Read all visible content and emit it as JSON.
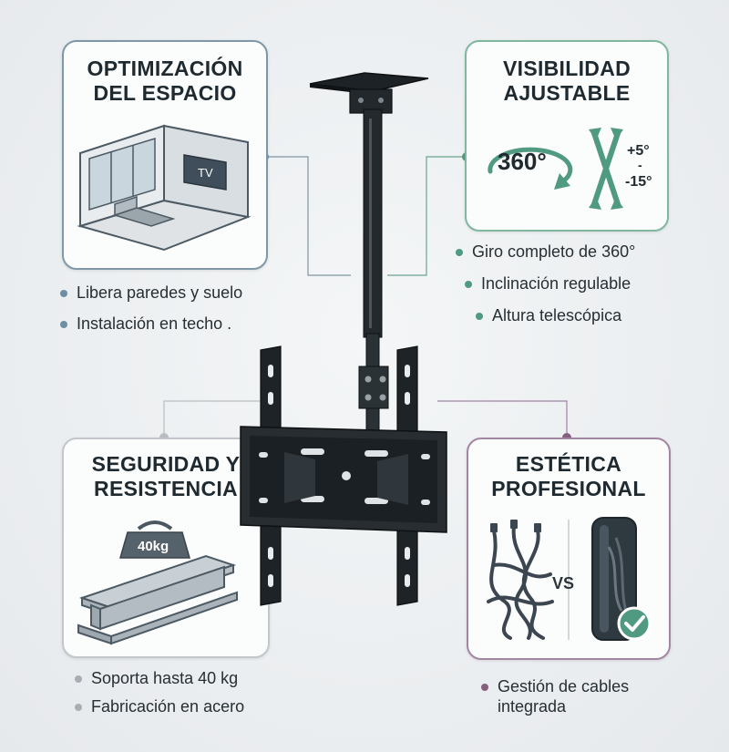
{
  "colors": {
    "blue_accent": "#6e8ea3",
    "green_accent": "#4f9a80",
    "gray_accent": "#a8aeb4",
    "purple_accent": "#86607e"
  },
  "panels": {
    "space": {
      "title_line1": "OPTIMIZACIÓN",
      "title_line2": "DEL ESPACIO",
      "tv_label": "TV",
      "bullets": [
        "Libera paredes y suelo",
        "Instalación en techo ."
      ]
    },
    "visibility": {
      "title_line1": "VISIBILIDAD",
      "title_line2": "AJUSTABLE",
      "rotation_label": "360°",
      "tilt_up": "+5°",
      "tilt_sep": "-",
      "tilt_down": "-15°",
      "bullets": [
        "Giro completo de 360°",
        "Inclinación regulable",
        "Altura telescópica"
      ]
    },
    "security": {
      "title_line1": "SEGURIDAD Y",
      "title_line2": "RESISTENCIA",
      "weight_label": "40kg",
      "bullets": [
        "Soporta hasta 40 kg",
        "Fabricación en acero"
      ]
    },
    "aesthetics": {
      "title_line1": "ESTÉTICA",
      "title_line2": "PROFESIONAL",
      "vs_label": "VS",
      "bullets": [
        "Gestión de cables",
        "integrada"
      ]
    }
  }
}
